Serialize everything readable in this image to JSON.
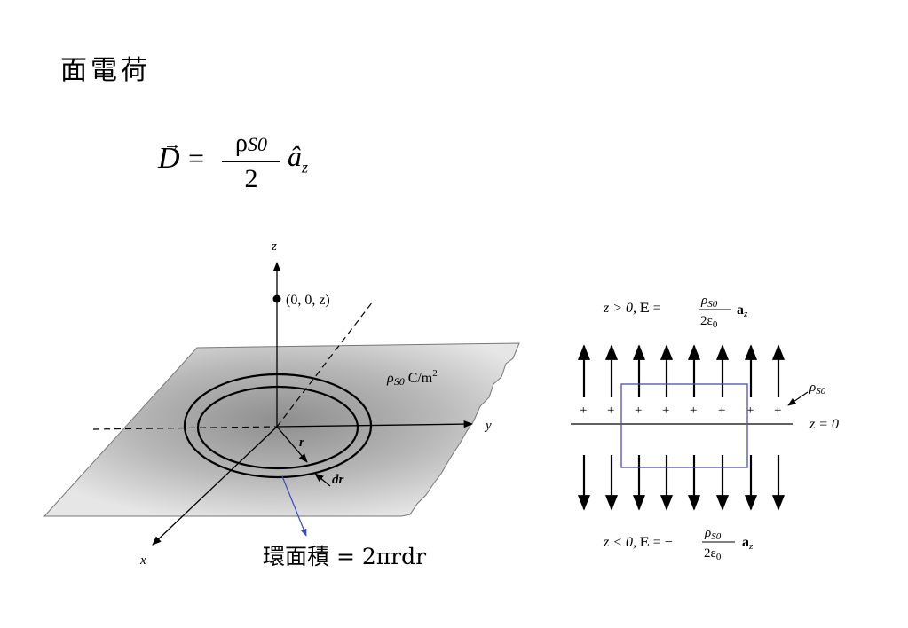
{
  "title": "面電荷",
  "equation": {
    "lhs": "D",
    "equals": "=",
    "numerator": "ρ",
    "numerator_sub": "S0",
    "denominator": "2",
    "unit_vector": "â",
    "unit_vector_sub": "z"
  },
  "left_figure": {
    "z_axis": "z",
    "y_axis": "y",
    "x_axis": "x",
    "point": "(0, 0, z)",
    "charge_label": "ρ",
    "charge_sub": "S0",
    "charge_unit": "C/m",
    "charge_unit_sup": "2",
    "r_label": "r",
    "dr_label": "dr",
    "ring_area": "環面積 = 2πrdr"
  },
  "right_figure": {
    "top_eq_prefix": "z > 0, ",
    "top_eq_E": "E",
    "top_eq_equals": " = ",
    "frac_num": "ρ",
    "frac_num_sub": "S0",
    "frac_den": "2ε",
    "frac_den_sub": "0",
    "vec_a": "a",
    "vec_sub": "z",
    "bottom_eq_prefix": "z < 0, ",
    "bottom_eq_equals": " = − ",
    "rho_label": "ρ",
    "rho_sub": "S0",
    "plane_label": "z = 0",
    "plus": "+"
  },
  "colors": {
    "box": "#4a4fb0",
    "pointer": "#3a48c8"
  }
}
